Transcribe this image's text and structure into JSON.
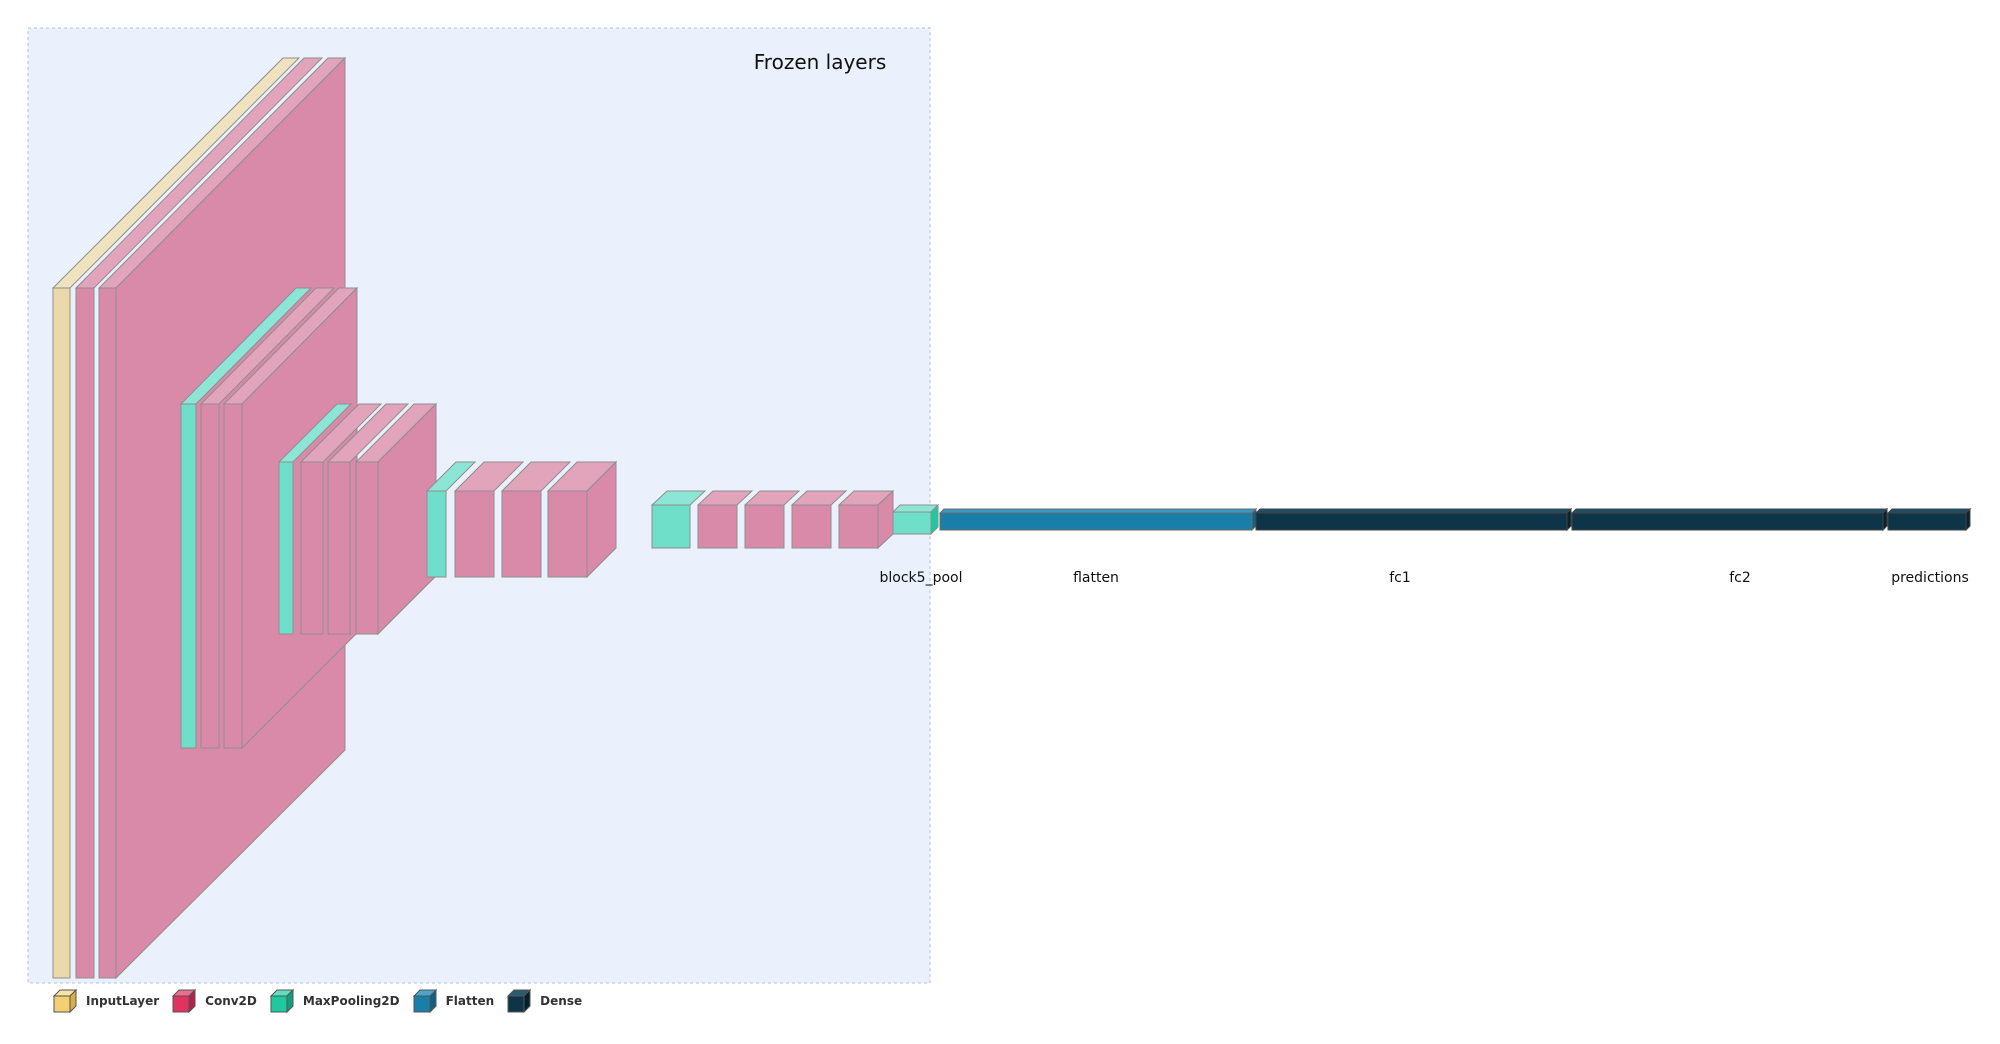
{
  "frozen_group": {
    "title": "Frozen layers"
  },
  "labels": {
    "block5_pool": "block5_pool",
    "flatten": "flatten",
    "fc1": "fc1",
    "fc2": "fc2",
    "predictions": "predictions"
  },
  "legend": [
    {
      "label": "InputLayer",
      "color": "#f4cf73"
    },
    {
      "label": "Conv2D",
      "color": "#e0335f"
    },
    {
      "label": "MaxPooling2D",
      "color": "#1ec9a0"
    },
    {
      "label": "Flatten",
      "color": "#1a7fa8"
    },
    {
      "label": "Dense",
      "color": "#0d3547"
    }
  ],
  "colors": {
    "frozen_bg": "#eaf1fc",
    "frozen_border": "#a9c3e4",
    "input": "#ecd9ab",
    "conv": "#d98aa8",
    "pool": "#70dfca",
    "flatten": "#1a7fa8",
    "dense": "#0d3547",
    "edge": "#888888"
  }
}
